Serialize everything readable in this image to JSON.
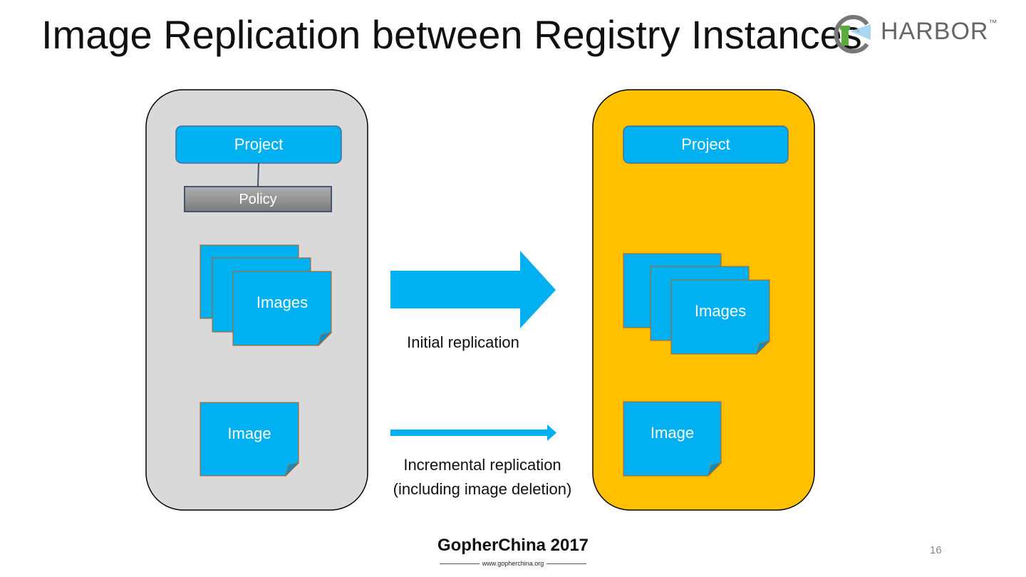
{
  "slide": {
    "title": "Image Replication between Registry Instances",
    "page_number": "16"
  },
  "logos": {
    "harbor": {
      "text": "HARBOR",
      "trademark": "™"
    },
    "gopherchina": {
      "title": "GopherChina 2017",
      "url": "www.gopherchina.org"
    }
  },
  "source_registry": {
    "project_label": "Project",
    "policy_label": "Policy",
    "images_label": "Images",
    "image_label": "Image"
  },
  "target_registry": {
    "project_label": "Project",
    "images_label": "Images",
    "image_label": "Image"
  },
  "arrows": {
    "initial_label": "Initial replication",
    "incremental_label_line1": "Incremental replication",
    "incremental_label_line2": "(including image deletion)"
  },
  "colors": {
    "source_panel": "#d9d9d9",
    "target_panel": "#ffc000",
    "blue": "#00b0f0",
    "project_border": "#41719c",
    "image_border": "#c55a11"
  }
}
